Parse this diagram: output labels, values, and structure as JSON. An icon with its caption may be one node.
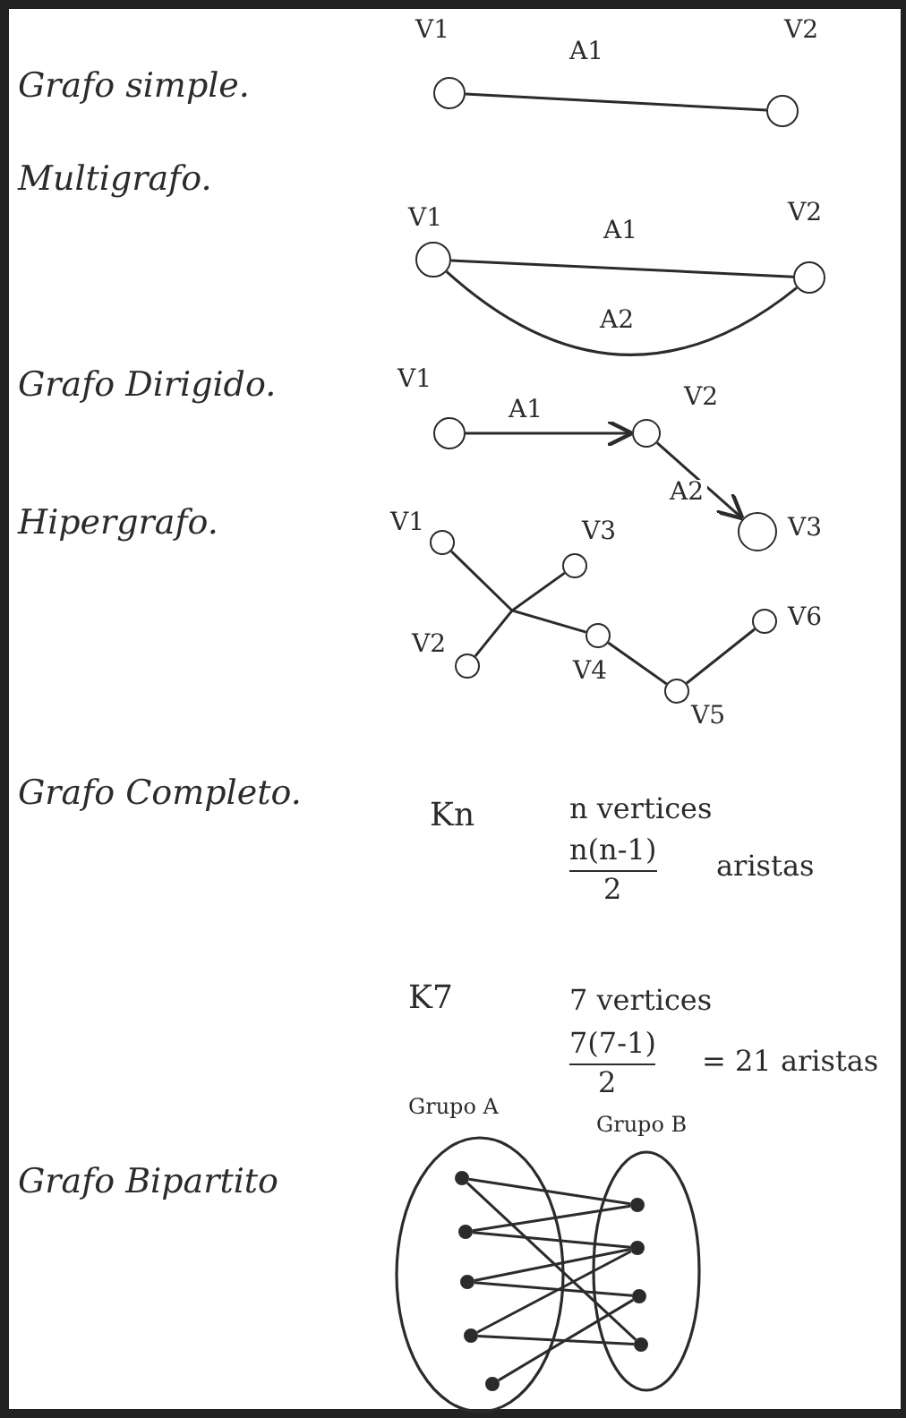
{
  "diagram": {
    "nodes": [
      {
        "text": [],
        "shape": "circle",
        "beside": [
          "V1"
        ]
      },
      {
        "text": [],
        "shape": "circle",
        "beside": [
          "V2"
        ]
      },
      {
        "text": [],
        "shape": "circle",
        "beside": [
          "V1"
        ]
      },
      {
        "text": [],
        "shape": "circle",
        "beside": [
          "V2"
        ]
      },
      {
        "text": [],
        "shape": "circle",
        "beside": [
          "V1"
        ]
      },
      {
        "text": [],
        "shape": "circle",
        "beside": [
          "V2"
        ]
      },
      {
        "text": [],
        "shape": "circle",
        "beside": [
          "V3"
        ]
      },
      {
        "text": [],
        "shape": "circle",
        "beside": [
          "V1"
        ]
      },
      {
        "text": [],
        "shape": "circle",
        "beside": [
          "V3"
        ]
      },
      {
        "text": [],
        "shape": "circle",
        "beside": [
          "V2"
        ]
      },
      {
        "text": [],
        "shape": "circle",
        "beside": [
          "V4"
        ]
      },
      {
        "text": [],
        "shape": "circle",
        "beside": [
          "V6"
        ]
      },
      {
        "text": [],
        "shape": "circle",
        "beside": [
          "V5"
        ]
      },
      {
        "text": [
          "Grupo A"
        ]
      },
      {
        "text": [],
        "shape": "circle",
        "in": 13
      },
      {
        "text": [],
        "shape": "circle",
        "in": 13
      },
      {
        "text": [],
        "shape": "circle",
        "in": 13
      },
      {
        "text": [],
        "shape": "circle",
        "in": 13
      },
      {
        "text": [],
        "shape": "circle",
        "in": 13
      },
      {
        "text": [
          "Grupo B"
        ]
      },
      {
        "text": [],
        "shape": "circle",
        "in": 19
      },
      {
        "text": [],
        "shape": "circle",
        "in": 19
      },
      {
        "text": [],
        "shape": "circle",
        "in": 19
      },
      {
        "text": [],
        "shape": "circle",
        "in": 19
      }
    ],
    "edges": [
      {
        "from": 0,
        "to": 1,
        "arrow": "none",
        "label": "A1"
      },
      {
        "from": 2,
        "to": 3,
        "arrow": "none",
        "label": "A1"
      },
      {
        "from": 2,
        "to": 3,
        "arrow": "none",
        "label": "A2"
      },
      {
        "from": 4,
        "to": 5,
        "arrow": "to",
        "label": "A1"
      },
      {
        "from": 5,
        "to": 6,
        "arrow": "to",
        "label": "A2"
      },
      {
        "from": 7,
        "to": 10,
        "arrow": "none"
      },
      {
        "from": 9,
        "to": 8,
        "arrow": "none"
      },
      {
        "from": 10,
        "to": 12,
        "arrow": "none"
      },
      {
        "from": 12,
        "to": 11,
        "arrow": "none"
      },
      {
        "from": 14,
        "to": 20,
        "arrow": "none"
      },
      {
        "from": 14,
        "to": 23,
        "arrow": "none"
      },
      {
        "from": 15,
        "to": 20,
        "arrow": "none"
      },
      {
        "from": 15,
        "to": 21,
        "arrow": "none"
      },
      {
        "from": 16,
        "to": 21,
        "arrow": "none"
      },
      {
        "from": 16,
        "to": 22,
        "arrow": "none"
      },
      {
        "from": 17,
        "to": 21,
        "arrow": "none"
      },
      {
        "from": 17,
        "to": 23,
        "arrow": "none"
      },
      {
        "from": 18,
        "to": 22,
        "arrow": "none"
      }
    ],
    "labels": [
      "Grafo simple.",
      "Multigrafo.",
      "Grafo Dirigido.",
      "Hipergrafo.",
      "Grafo Completo.",
      "Kn",
      "n vertices",
      "n(n-1)",
      "2",
      "aristas",
      "K7",
      "7 vertices",
      "7(7-1)",
      "2",
      "= 21 aristas",
      "Grafo Bipartito"
    ]
  }
}
